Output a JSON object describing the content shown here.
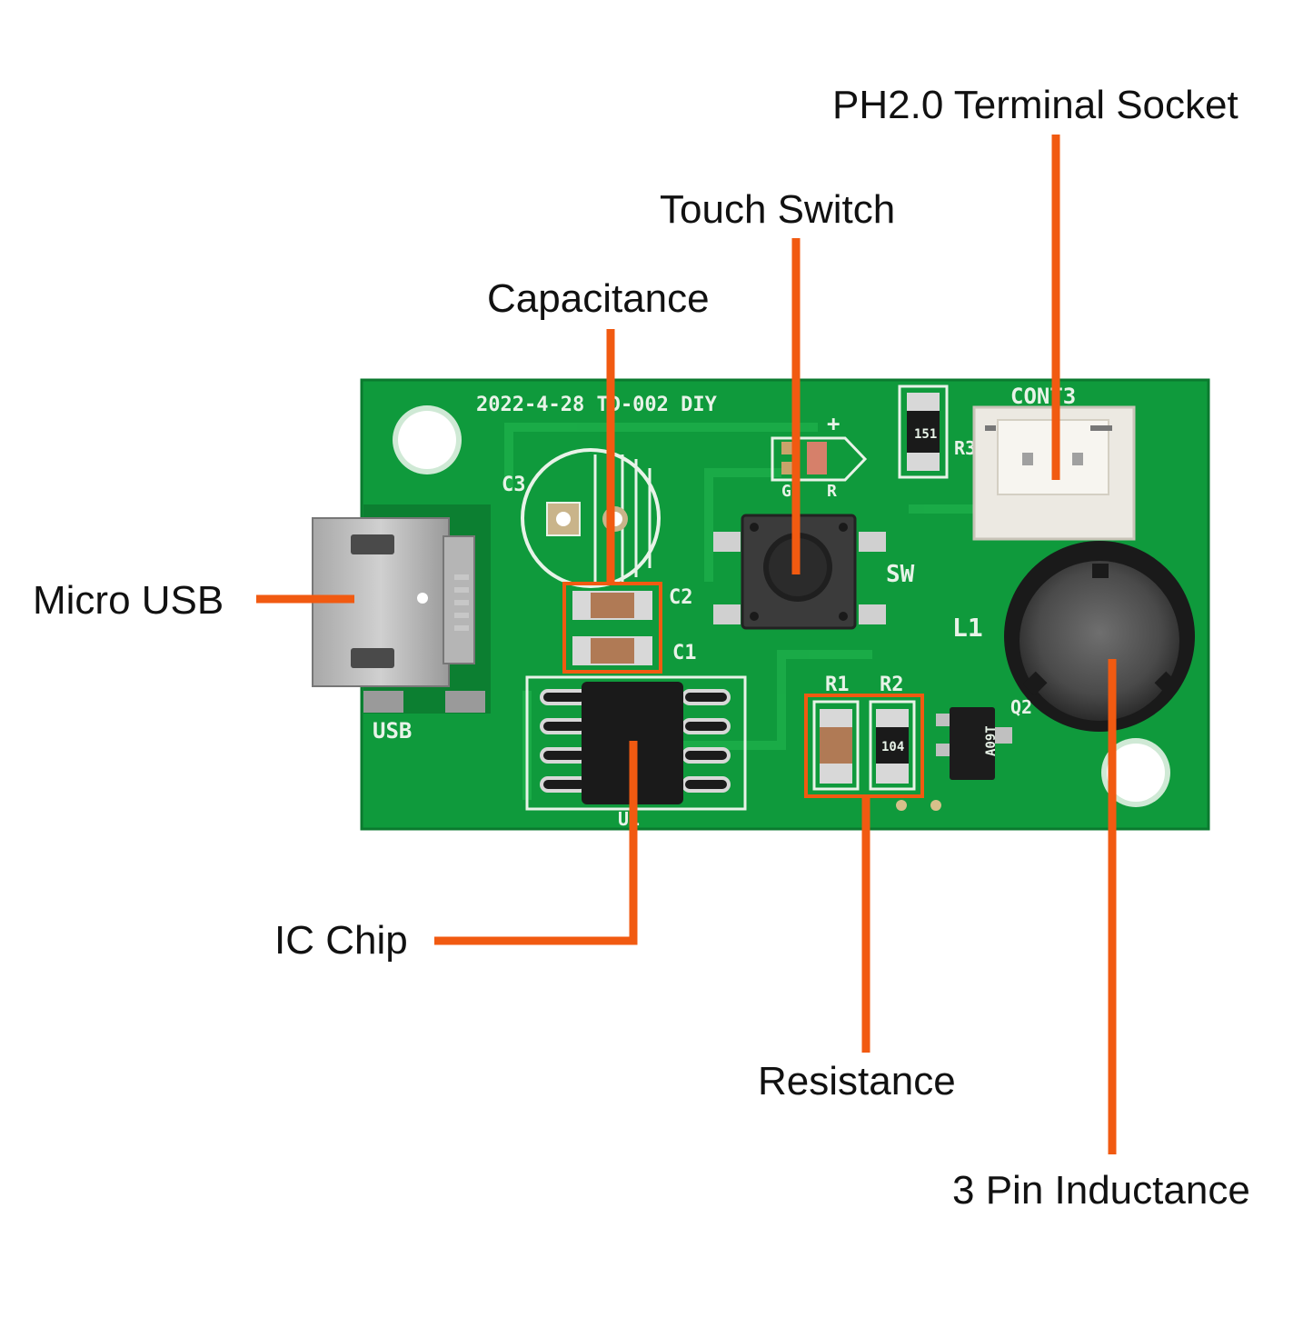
{
  "labels": {
    "ph20_socket": "PH2.0 Terminal Socket",
    "touch_switch": "Touch Switch",
    "capacitance": "Capacitance",
    "micro_usb": "Micro USB",
    "ic_chip": "IC Chip",
    "resistance": "Resistance",
    "inductance": "3 Pin Inductance"
  },
  "silkscreen": {
    "date_code": "2022-4-28 TD-002 DIY",
    "connector": "CONT3",
    "usb": "USB",
    "c1": "C1",
    "c2": "C2",
    "c3": "C3",
    "sw": "SW",
    "l1": "L1",
    "r1": "R1",
    "r2": "R2",
    "r3": "R3",
    "q2": "Q2",
    "u1": "U1",
    "led_r": "R",
    "led_g": "G",
    "plus": "+",
    "r3_code": "151",
    "r2_code": "104",
    "q2_code": "A09T"
  },
  "colors": {
    "pcb_green": "#0f9a3c",
    "callout_orange": "#f15a11",
    "silk_white": "#e8f3e8"
  }
}
